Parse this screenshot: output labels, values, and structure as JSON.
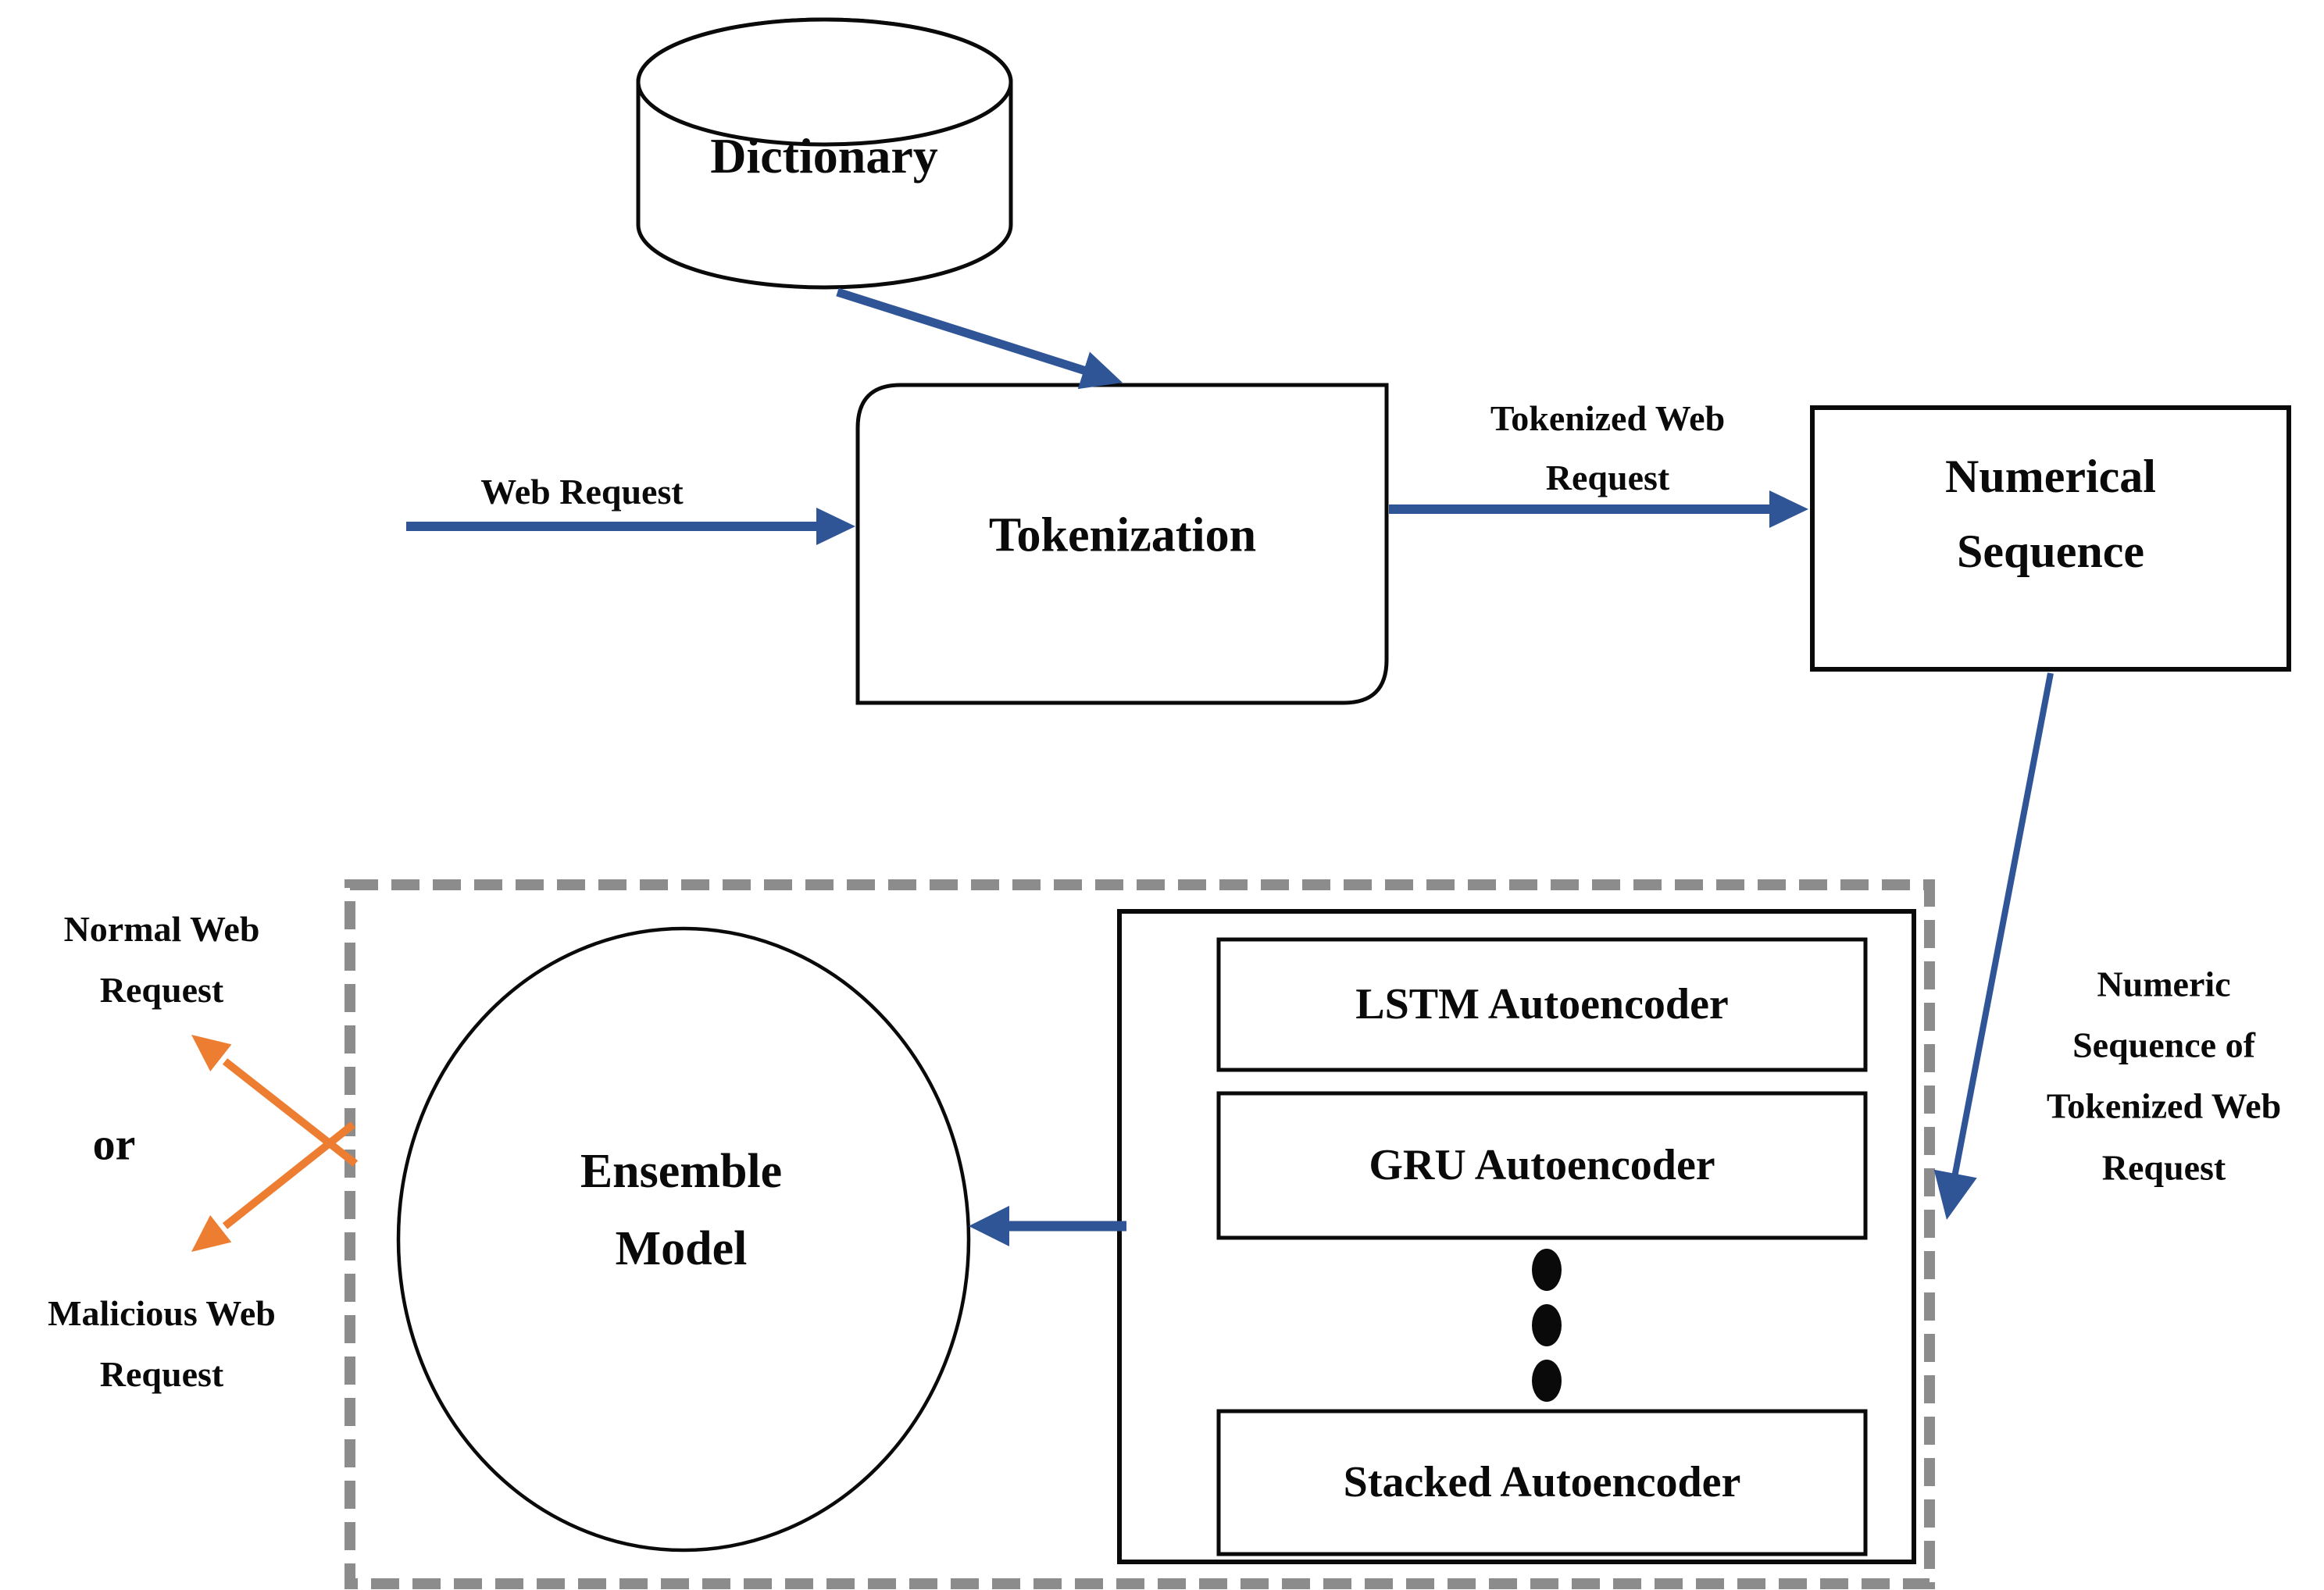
{
  "diagram": {
    "title_context": "Ensemble autoencoder web-request classification pipeline",
    "nodes": {
      "dictionary": "Dictionary",
      "tokenization": "Tokenization",
      "numerical_sequence": "Numerical\nSequence",
      "ensemble_model": "Ensemble\nModel",
      "lstm_autoencoder": "LSTM Autoencoder",
      "gru_autoencoder": "GRU Autoencoder",
      "stacked_autoencoder": "Stacked Autoencoder"
    },
    "edge_labels": {
      "web_request": "Web Request",
      "tokenized_web_request": "Tokenized Web\nRequest",
      "numeric_sequence_of_tokenized_web_request": "Numeric\nSequence of\nTokenized Web\nRequest"
    },
    "outputs": {
      "normal": "Normal Web\nRequest",
      "or": "or",
      "malicious": "Malicious Web\nRequest"
    },
    "colors": {
      "arrow_blue": "#2F5597",
      "arrow_orange": "#ED7D31",
      "dashed_box_gray": "#8C8C8C",
      "shape_stroke_black": "#0a0a0a",
      "background": "#FFFFFF"
    }
  }
}
